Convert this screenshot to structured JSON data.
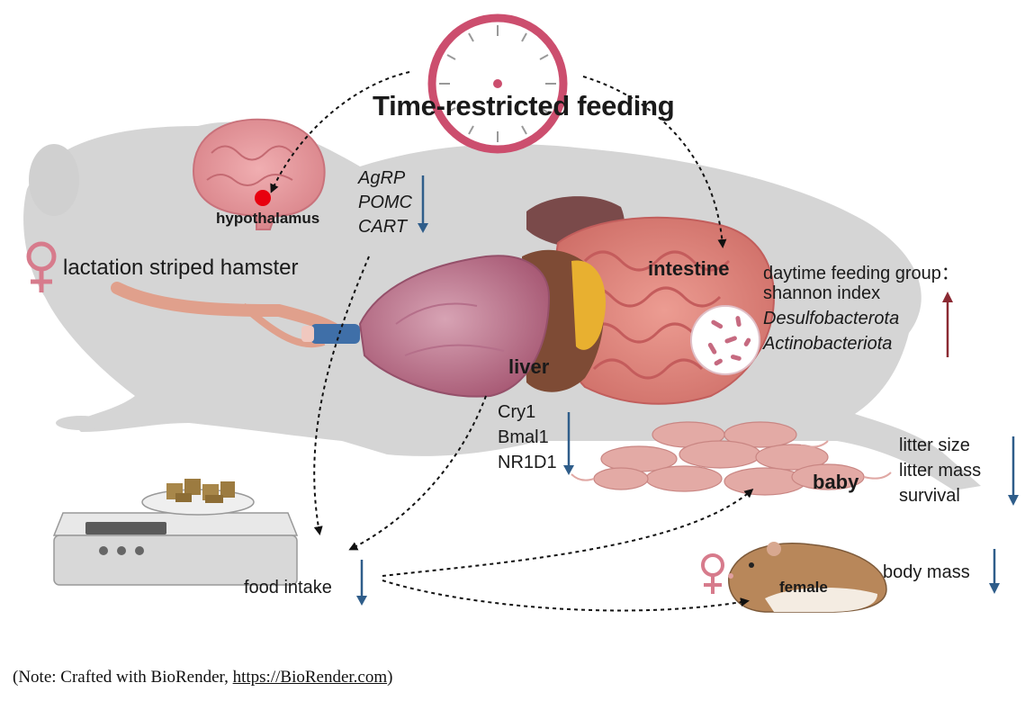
{
  "title": "Time-restricted feeding",
  "subject": "lactation striped hamster",
  "organs": {
    "brain": "hypothalamus",
    "liver": "liver",
    "intestine": "intestine"
  },
  "neuropeptides": [
    "AgRP",
    "POMC",
    "CART"
  ],
  "clock_genes": [
    "Cry1",
    "Bmal1",
    "NR1D1"
  ],
  "microbiota": {
    "heading": "daytime feeding group：",
    "items": [
      "shannon index",
      "Desulfobacterota",
      "Actinobacteriota"
    ]
  },
  "offspring": {
    "label": "baby",
    "items": [
      "litter size",
      "litter mass",
      "survival"
    ]
  },
  "food": {
    "label": "food intake"
  },
  "mother": {
    "label": "female",
    "metric": "body mass"
  },
  "note": {
    "prefix": "(Note: Crafted with BioRender, ",
    "link": "https://BioRender.com",
    "suffix": ")"
  },
  "colors": {
    "down_arrow": "#2f5d8a",
    "up_arrow": "#8b2a33",
    "clock": "#cc4e6e",
    "female_symbol": "#d77b8c",
    "silhouette": "#d5d5d5"
  }
}
